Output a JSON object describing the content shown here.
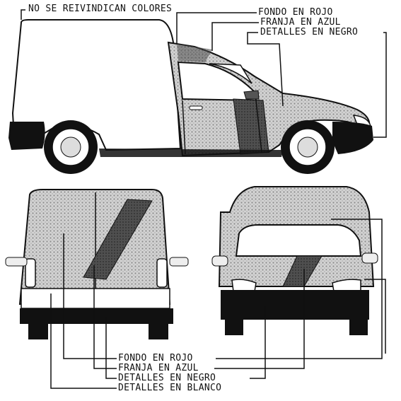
{
  "labels": {
    "no_colors": "NO SE REIVINDICAN COLORES",
    "side": {
      "red": "FONDO EN ROJO",
      "blue": "FRANJA EN AZUL",
      "black": "DETALLES EN NEGRO"
    },
    "bottom": {
      "red": "FONDO EN ROJO",
      "blue": "FRANJA EN AZUL",
      "black": "DETALLES EN NEGRO",
      "white": "DETALLES EN BLANCO"
    }
  },
  "colors": {
    "line": "#111111",
    "red_hatch": "#b9b9b9",
    "blue_stripe": "#4a4a4a",
    "black_detail": "#111111",
    "white_detail": "#ffffff"
  }
}
